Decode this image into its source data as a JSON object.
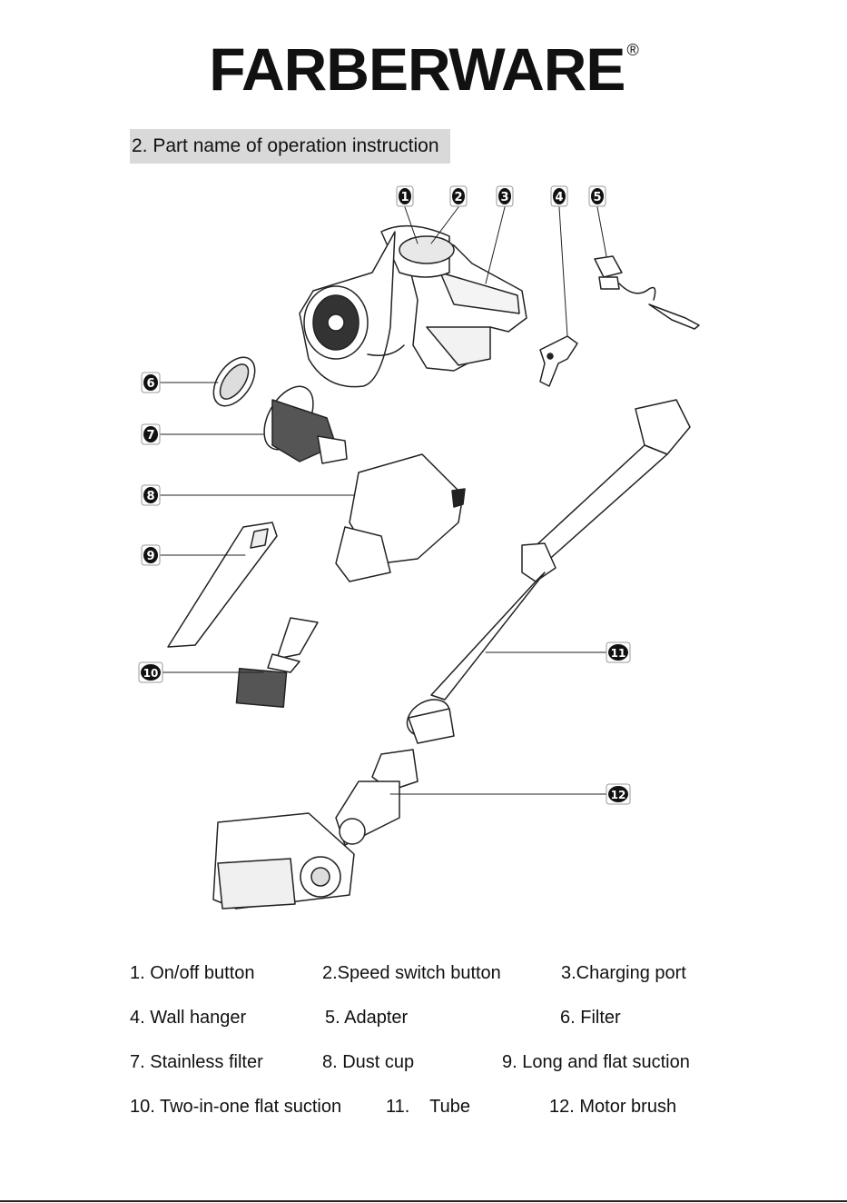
{
  "brand": {
    "name": "FARBERWARE",
    "mark": "®"
  },
  "section": {
    "title": "2. Part name of operation instruction"
  },
  "callouts": [
    "1",
    "2",
    "3",
    "4",
    "5",
    "6",
    "7",
    "8",
    "9",
    "10",
    "11",
    "12"
  ],
  "parts": [
    "1. On/off button",
    "2.Speed switch button",
    "3.Charging port",
    "4. Wall hanger",
    "5. Adapter",
    "6. Filter",
    "7. Stainless filter",
    "8. Dust cup",
    "9. Long and flat suction",
    "10. Two-in-one flat suction",
    "11.    Tube",
    "12. Motor brush"
  ]
}
